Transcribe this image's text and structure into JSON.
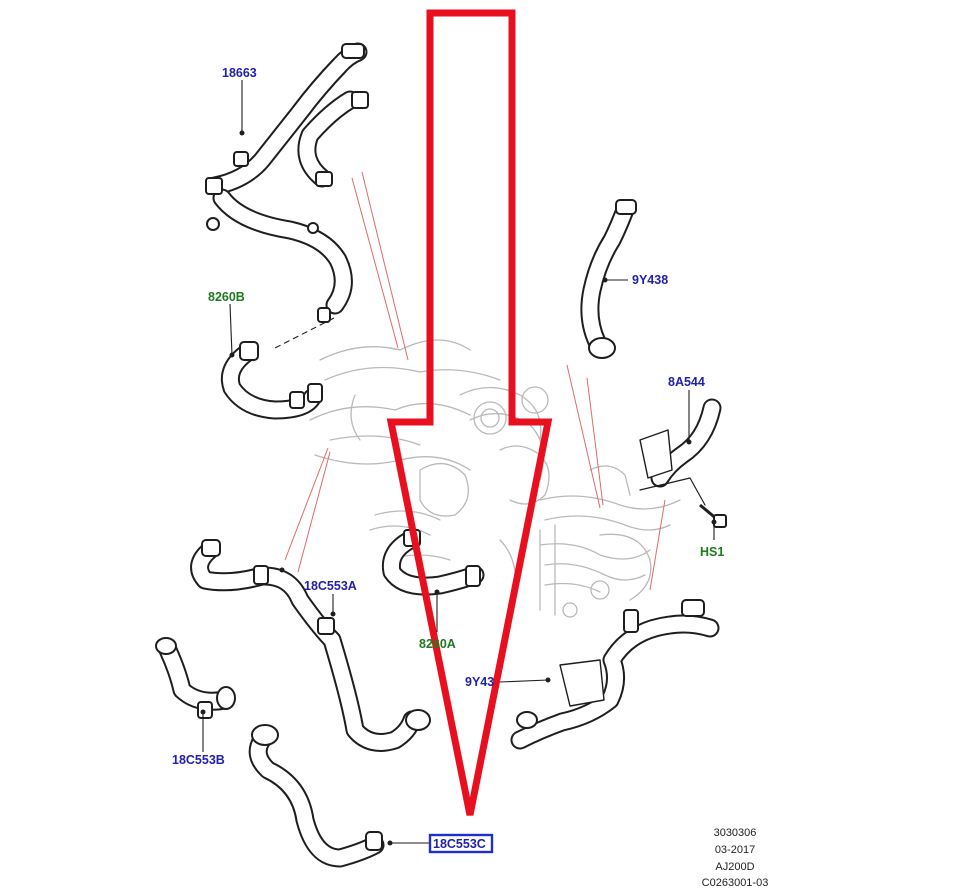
{
  "parts": {
    "p18663": "18663",
    "p8260B": "8260B",
    "p9Y438": "9Y438",
    "p8A544": "8A544",
    "pHS1": "HS1",
    "p18C553A": "18C553A",
    "p8260A": "8260A",
    "p9Y43": "9Y43",
    "p18C553B": "18C553B",
    "p18C553C": "18C553C"
  },
  "footer": {
    "line1": "3030306",
    "line2": "03-2017",
    "line3": "AJ200D",
    "line4": "C0263001-03"
  },
  "colors": {
    "arrow": "#e8101e",
    "highlight_box": "#1e2fd0",
    "label_blue": "#2222a8",
    "label_green": "#1f7a1f"
  }
}
